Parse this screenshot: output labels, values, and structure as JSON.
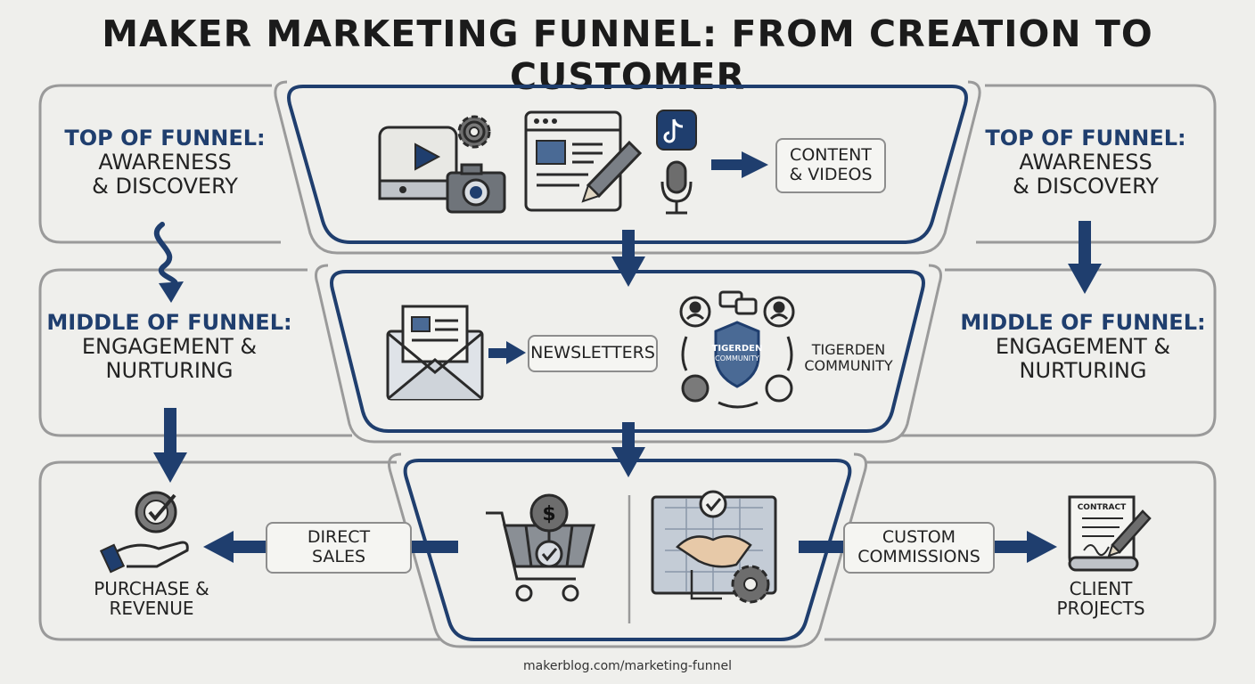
{
  "title": "MAKER MARKETING FUNNEL: FROM CREATION TO CUSTOMER",
  "left_panel": {
    "top": {
      "title_line1": "TOP OF FUNNEL:",
      "sub_line1": "AWARENESS",
      "sub_line2": "& DISCOVERY"
    },
    "middle": {
      "title_line1": "MIDDLE OF FUNNEL:",
      "sub_line1": "ENGAGEMENT &",
      "sub_line2": "NURTURING"
    },
    "bottom": {
      "label_line1": "PURCHASE &",
      "label_line2": "REVENUE"
    }
  },
  "right_panel": {
    "top": {
      "title_line1": "TOP OF FUNNEL:",
      "sub_line1": "AWARENESS",
      "sub_line2": "& DISCOVERY"
    },
    "middle": {
      "title_line1": "MIDDLE OF FUNNEL:",
      "sub_line1": "ENGAGEMENT &",
      "sub_line2": "NURTURING"
    },
    "bottom": {
      "label_line1": "CLIENT",
      "label_line2": "PROJECTS"
    }
  },
  "funnel": {
    "top": {
      "pill_line1": "CONTENT",
      "pill_line2": "& VIDEOS"
    },
    "middle": {
      "newsletter_pill": "NEWSLETTERS",
      "community_line1": "TIGERDEN",
      "community_line2": "COMMUNITY",
      "badge_line1": "TIGERDEN",
      "badge_line2": "COMMUNITY"
    },
    "bottom": {
      "direct_line1": "DIRECT",
      "direct_line2": "SALES",
      "custom_line1": "CUSTOM",
      "custom_line2": "COMMISSIONS",
      "contract_label": "CONTRACT"
    }
  },
  "colors": {
    "navy": "#1f3e6e",
    "gray_border": "#8d8d8d",
    "background": "#efefec"
  },
  "icons": [
    "video-icon",
    "gear-icon",
    "camera-icon",
    "browser-icon",
    "pencil-icon",
    "tiktok-icon",
    "microphone-icon",
    "envelope-icon",
    "community-icon",
    "cart-icon",
    "dollar-icon",
    "handshake-icon",
    "check-hand-icon",
    "contract-icon"
  ],
  "footer": "makerblog.com/marketing-funnel"
}
